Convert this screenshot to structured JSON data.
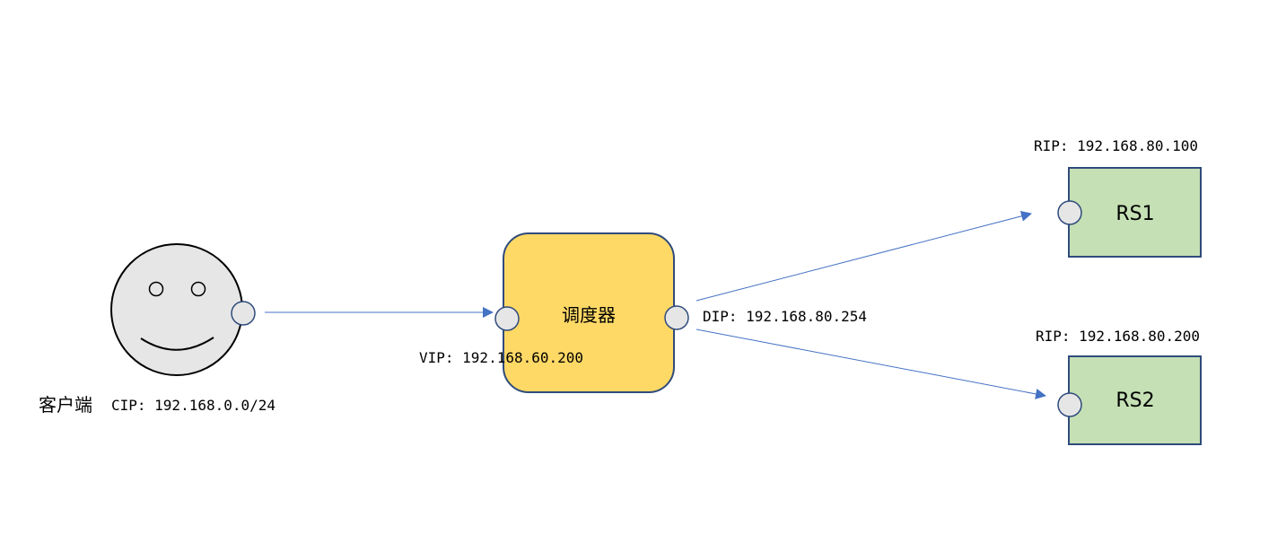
{
  "client": {
    "name": "客户端",
    "cip": "CIP: 192.168.0.0/24"
  },
  "scheduler": {
    "label": "调度器",
    "vip": "VIP: 192.168.60.200",
    "dip": "DIP: 192.168.80.254"
  },
  "servers": [
    {
      "label": "RS1",
      "rip": "RIP: 192.168.80.100"
    },
    {
      "label": "RS2",
      "rip": "RIP: 192.168.80.200"
    }
  ],
  "colors": {
    "face_fill": "#e6e6e6",
    "scheduler_fill": "#ffd966",
    "scheduler_stroke": "#2f4b7c",
    "server_fill": "#c5e0b4",
    "server_stroke": "#2f4b7c",
    "port_fill": "#e6e6e6",
    "arrow": "#4472c4"
  }
}
